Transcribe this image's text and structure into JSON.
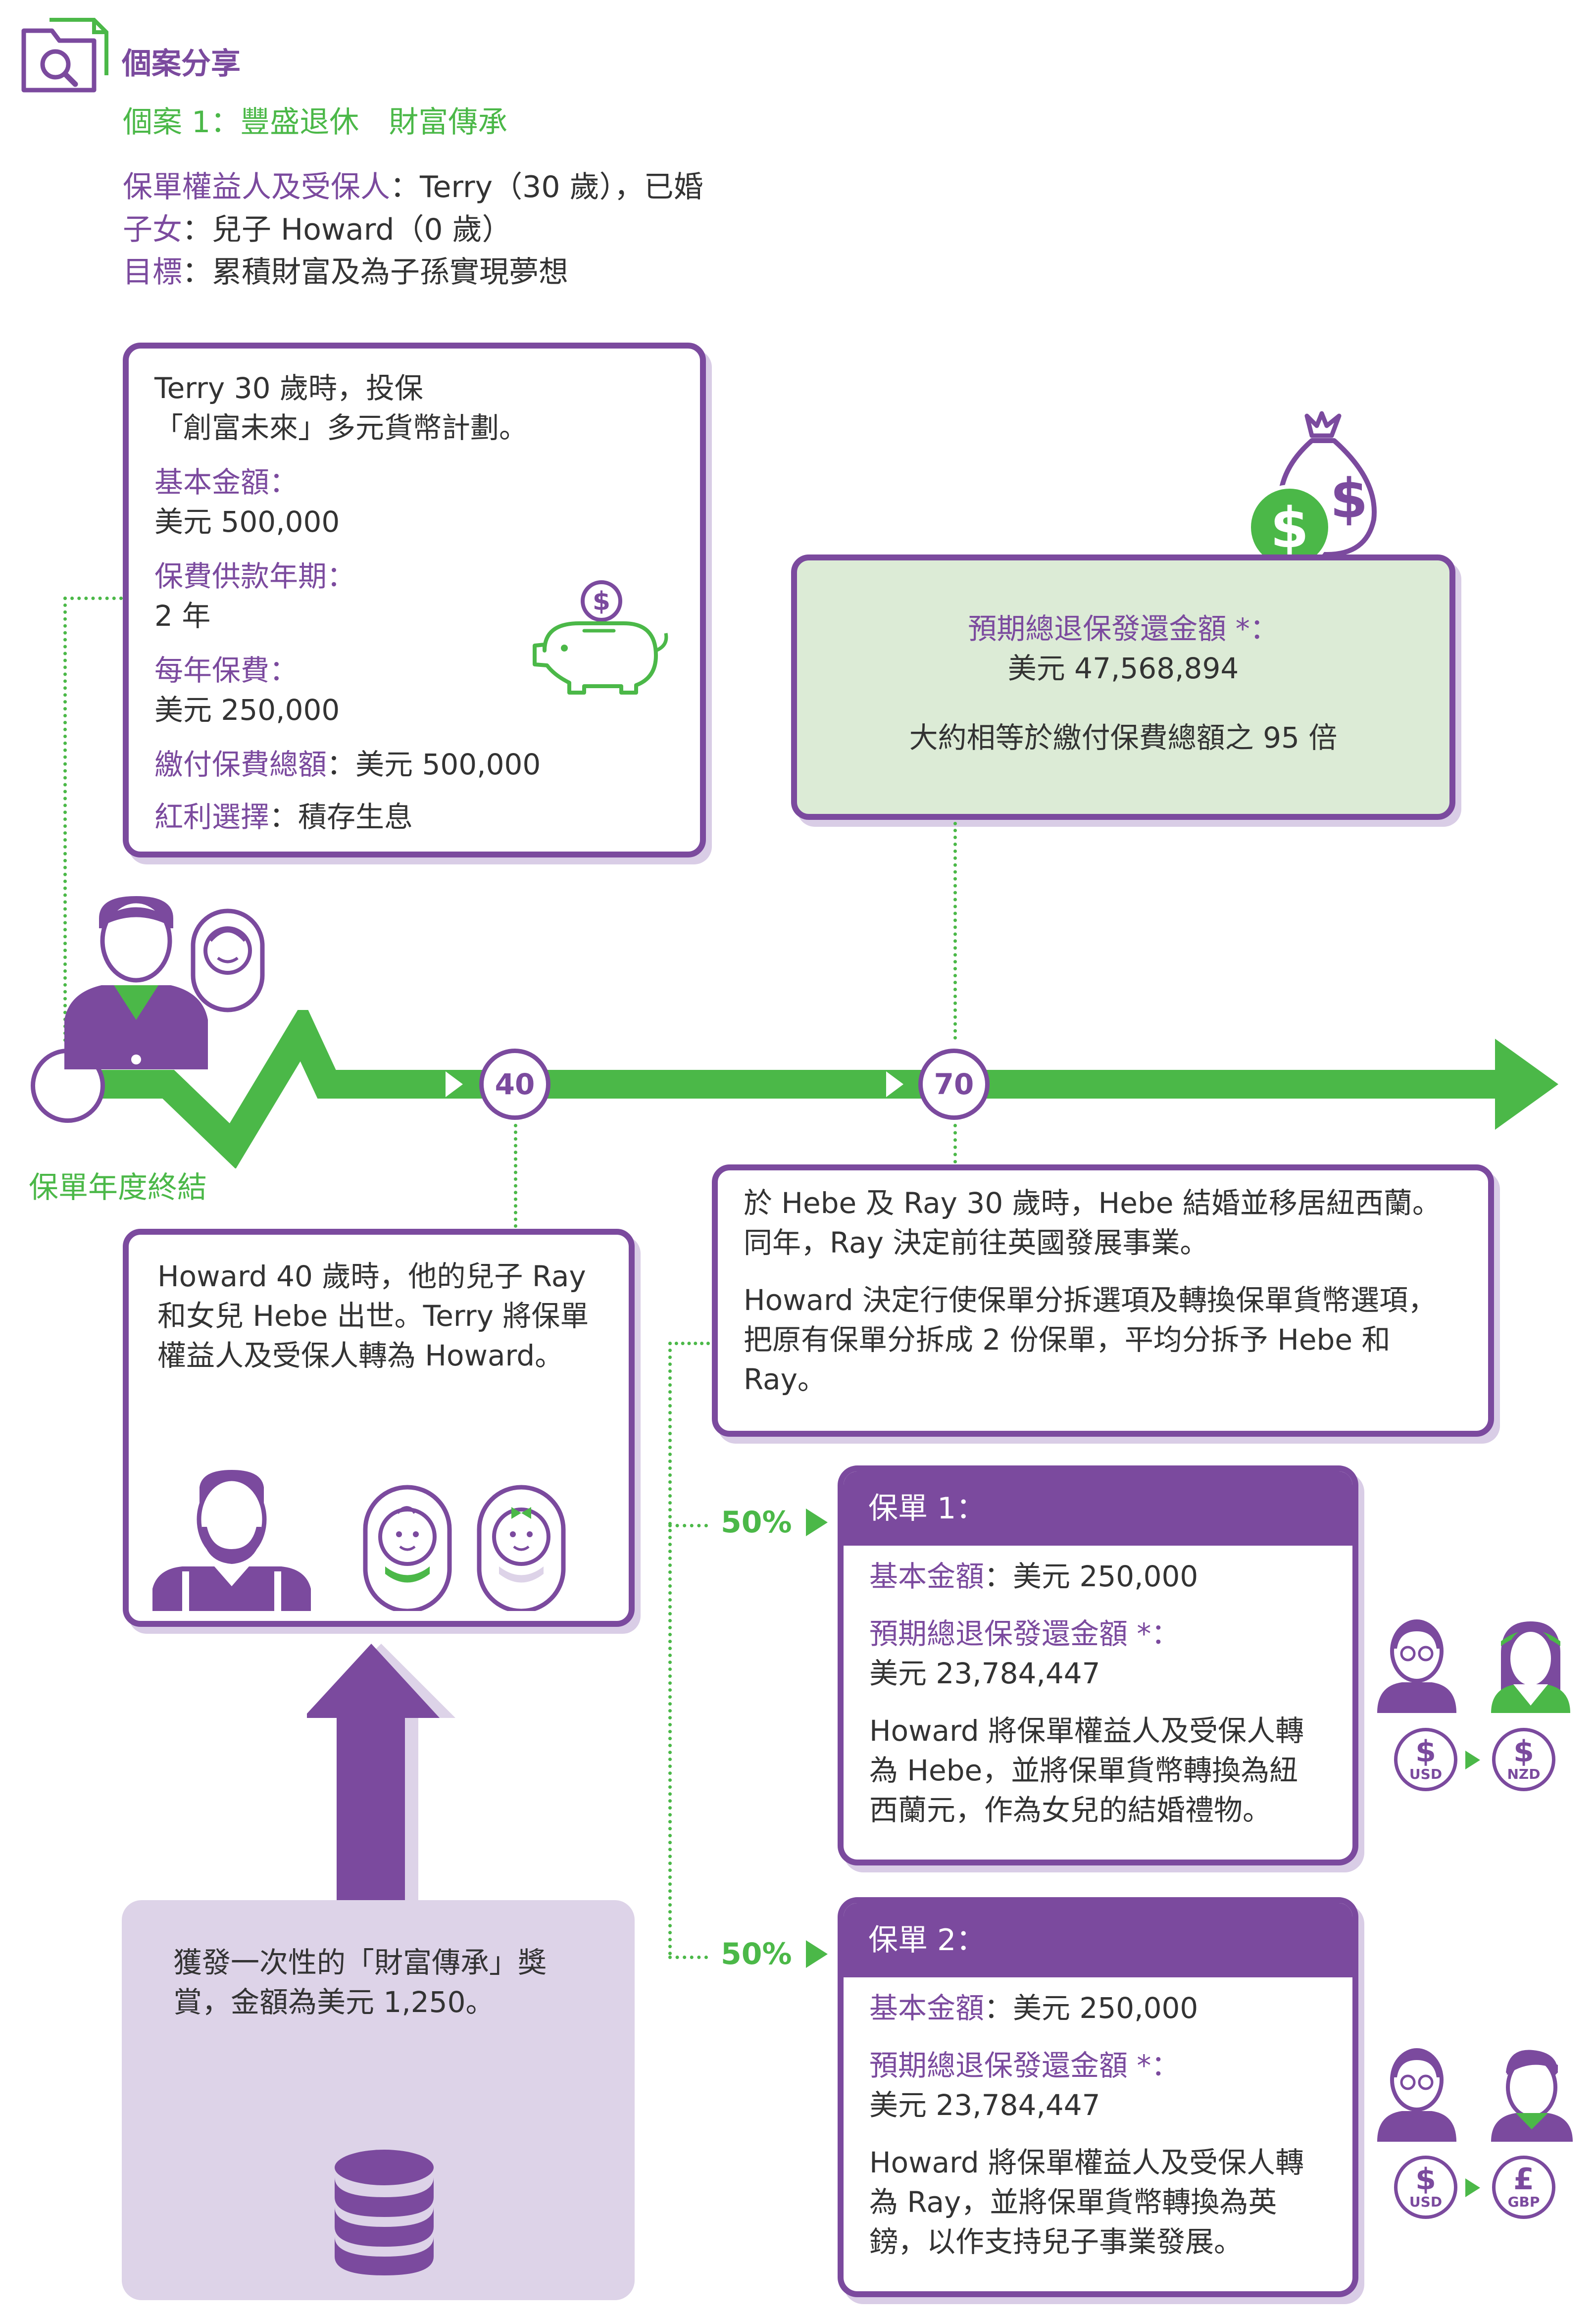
{
  "header": {
    "section_title": "個案分享",
    "case_title": "個案 1：豐盛退休　財富傳承",
    "beneficiary_label": "保單權益人及受保人",
    "beneficiary_value": "：Terry（30 歲），已婚",
    "children_label": "子女",
    "children_value": "：兒子 Howard（0 歲）",
    "goal_label": "目標",
    "goal_value": "：累積財富及為子孫實現夢想"
  },
  "plan_card": {
    "intro_line1": "Terry 30 歲時，投保",
    "intro_line2": "「創富未來」多元貨幣計劃。",
    "basic_amount_label": "基本金額：",
    "basic_amount_value": "美元 500,000",
    "payment_term_label": "保費供款年期：",
    "payment_term_value": "2 年",
    "annual_premium_label": "每年保費：",
    "annual_premium_value": "美元 250,000",
    "total_premium_label": "繳付保費總額",
    "total_premium_value": "：美元 500,000",
    "dividend_label": "紅利選擇",
    "dividend_value": "：積存生息"
  },
  "return_card": {
    "label": "預期總退保發還金額 *：",
    "value": "美元 47,568,894",
    "note": "大約相等於繳付保費總額之 95 倍"
  },
  "timeline": {
    "age_1": "40",
    "age_2": "70",
    "end_label": "保單年度終結"
  },
  "age40_card": {
    "text": "Howard 40 歲時，他的兒子 Ray 和女兒 Hebe 出世。Terry 將保單權益人及受保人轉為 Howard。"
  },
  "age70_card": {
    "para1": "於 Hebe 及 Ray 30 歲時，Hebe 結婚並移居紐西蘭。同年，Ray 決定前往英國發展事業。",
    "para2": "Howard 決定行使保單分拆選項及轉換保單貨幣選項，把原有保單分拆成 2 份保單，平均分拆予 Hebe 和 Ray。"
  },
  "bonus_card": {
    "text": "獲發一次性的「財富傳承」獎賞，金額為美元 1,250。"
  },
  "policies": [
    {
      "split": "50%",
      "title": "保單 1：",
      "basic_label": "基本金額",
      "basic_value": "：美元 250,000",
      "return_label": "預期總退保發還金額 *：",
      "return_value": "美元 23,784,447",
      "description": "Howard 將保單權益人及受保人轉為 Hebe，並將保單貨幣轉換為紐西蘭元，作為女兒的結婚禮物。",
      "from_currency": "USD",
      "to_currency": "NZD",
      "from_symbol": "$",
      "to_symbol": "$"
    },
    {
      "split": "50%",
      "title": "保單 2：",
      "basic_label": "基本金額",
      "basic_value": "：美元 250,000",
      "return_label": "預期總退保發還金額 *：",
      "return_value": "美元 23,784,447",
      "description": "Howard 將保單權益人及受保人轉為 Ray，並將保單貨幣轉換為英鎊，以作支持兒子事業發展。",
      "from_currency": "USD",
      "to_currency": "GBP",
      "from_symbol": "$",
      "to_symbol": "£"
    }
  ],
  "colors": {
    "purple": "#7b4a9e",
    "green": "#4bb848",
    "light_green": "#dcebd6",
    "light_purple": "#ddd3e8"
  }
}
